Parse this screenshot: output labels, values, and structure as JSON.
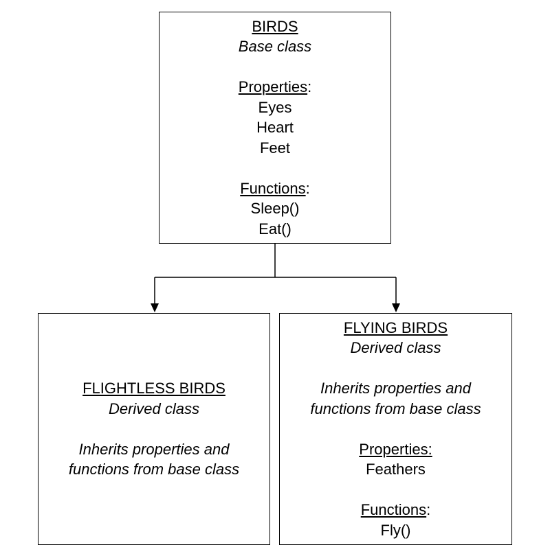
{
  "base_class": {
    "name": "BIRDS",
    "kind": "Base class",
    "properties_heading": "Properties",
    "properties": [
      "Eyes",
      "Heart",
      "Feet"
    ],
    "functions_heading": "Functions",
    "functions": [
      "Sleep()",
      "Eat()"
    ]
  },
  "flightless": {
    "name": "FLIGHTLESS BIRDS",
    "kind": "Derived class",
    "inherit_note_line1": "Inherits properties and",
    "inherit_note_line2": "functions from base class"
  },
  "flying": {
    "name": "FLYING BIRDS",
    "kind": "Derived class",
    "inherit_note_line1": "Inherits properties and",
    "inherit_note_line2": "functions from base class",
    "properties_heading": "Properties:",
    "properties": [
      "Feathers"
    ],
    "functions_heading": "Functions",
    "functions": [
      "Fly()"
    ]
  }
}
